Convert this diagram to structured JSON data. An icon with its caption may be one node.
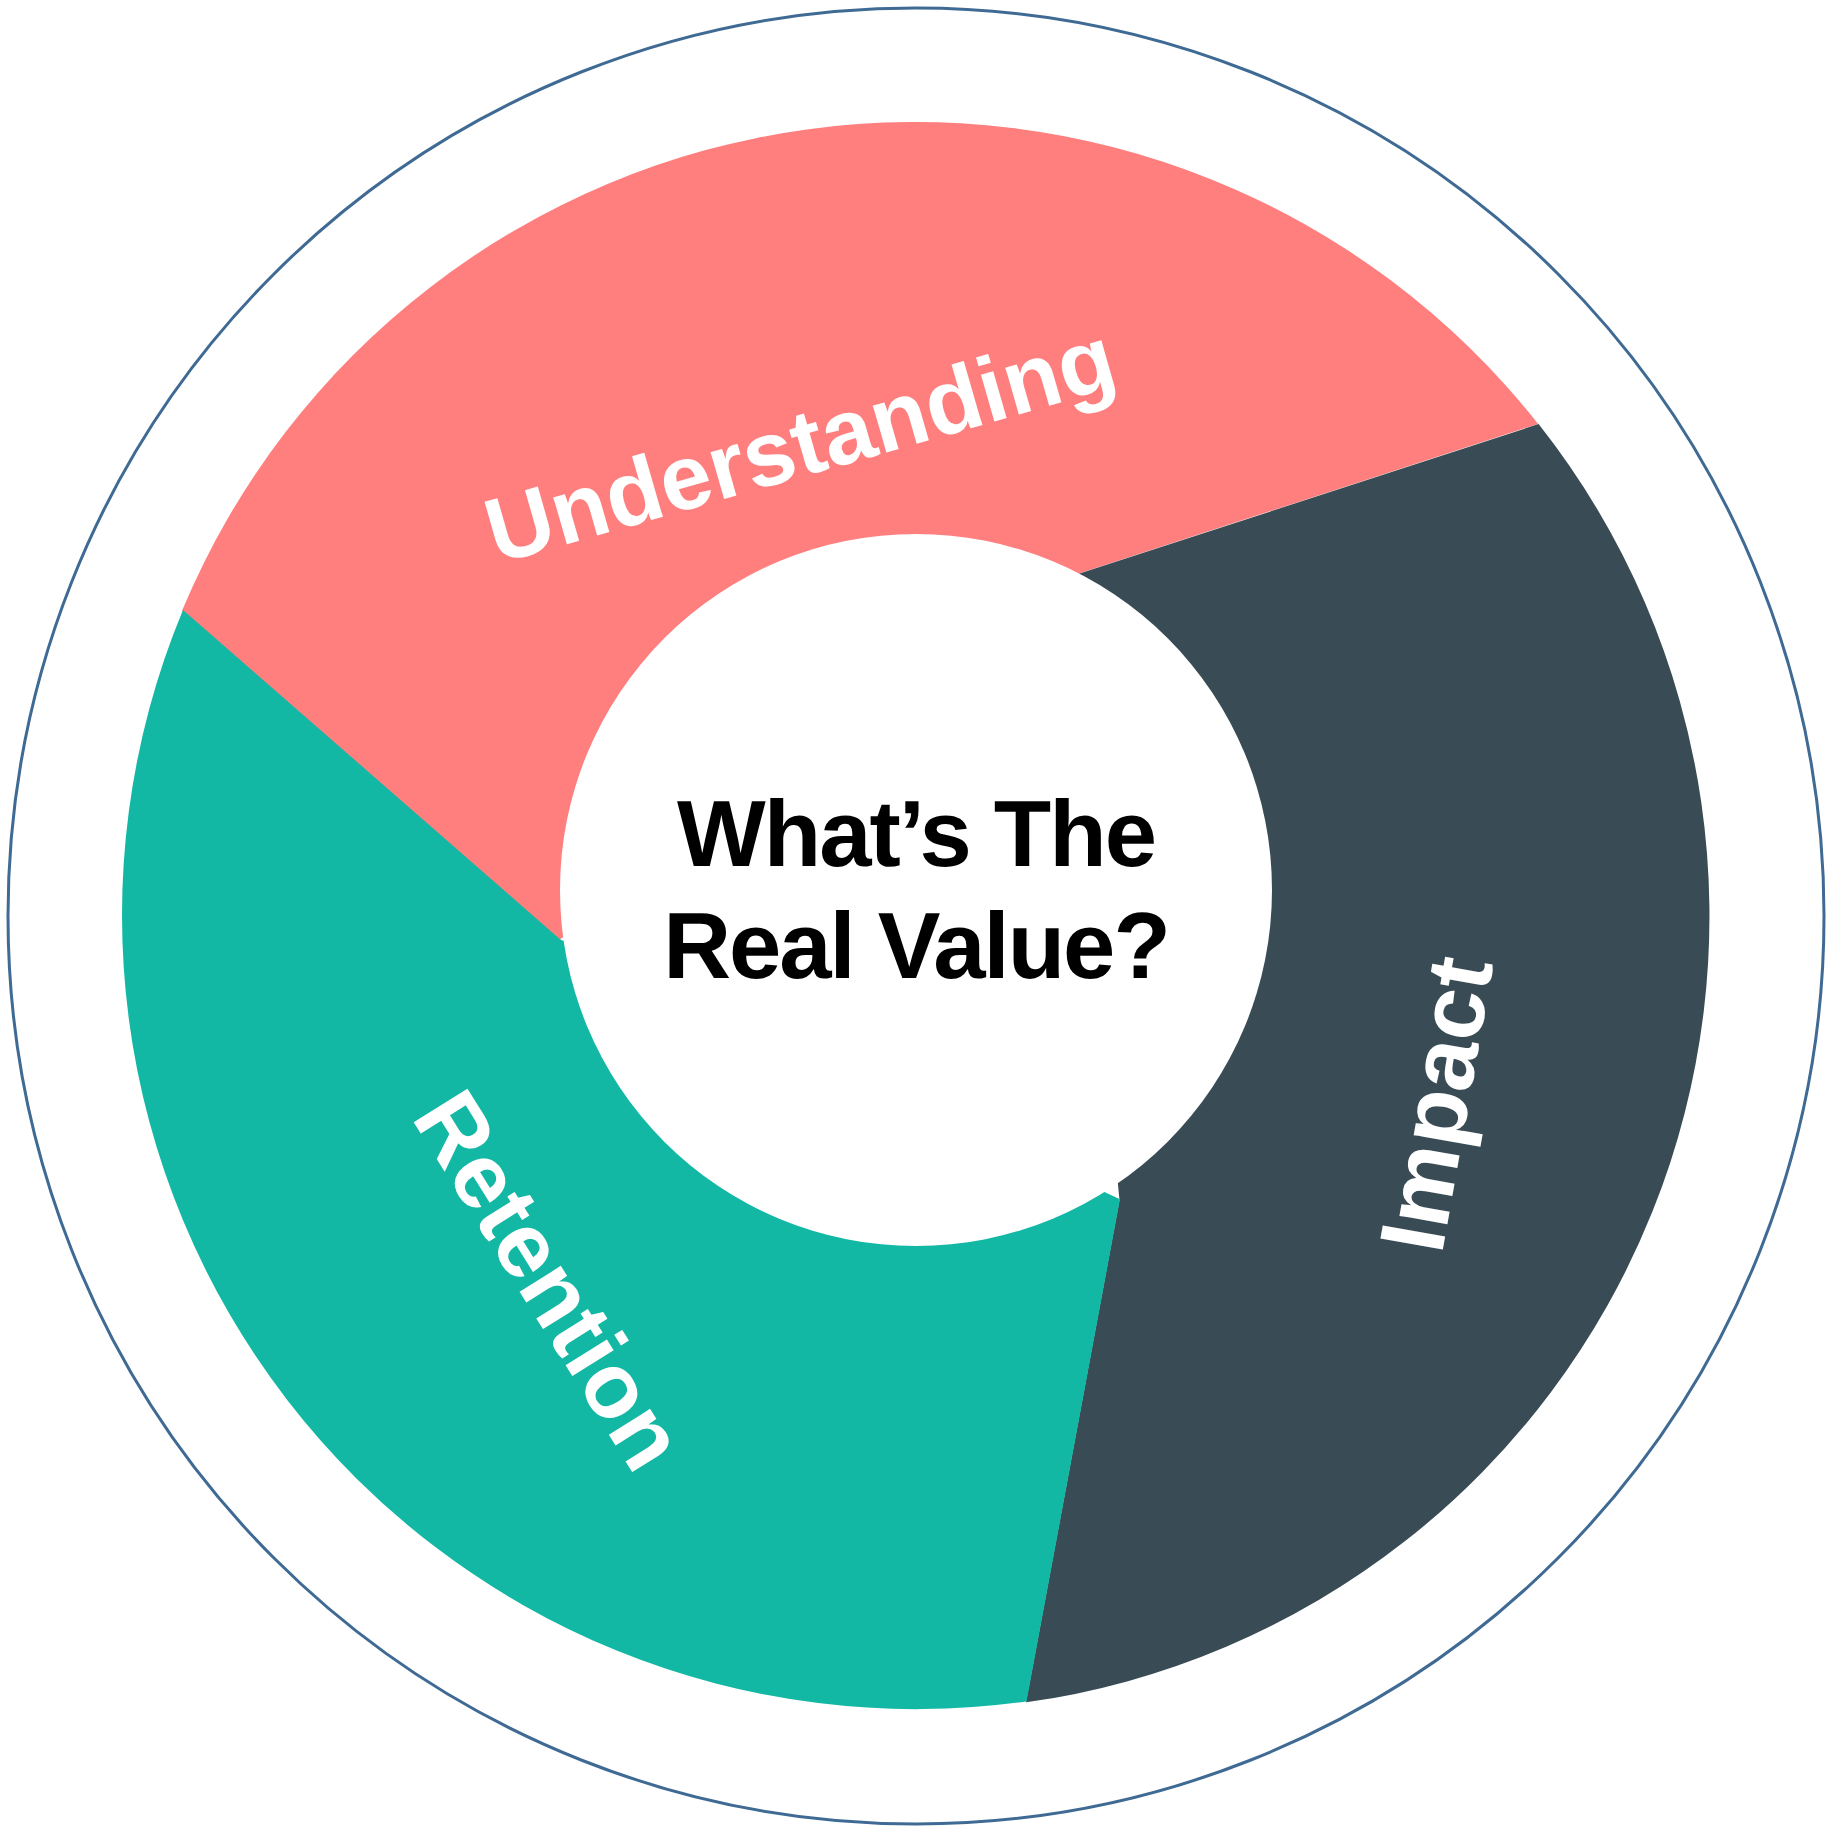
{
  "diagram": {
    "nodes": [
      {
        "text": [
          "What’s The Real Value?"
        ]
      },
      {
        "text": [
          "Understanding"
        ]
      },
      {
        "text": [
          "Impact"
        ]
      },
      {
        "text": [
          "Retention"
        ]
      }
    ]
  }
}
